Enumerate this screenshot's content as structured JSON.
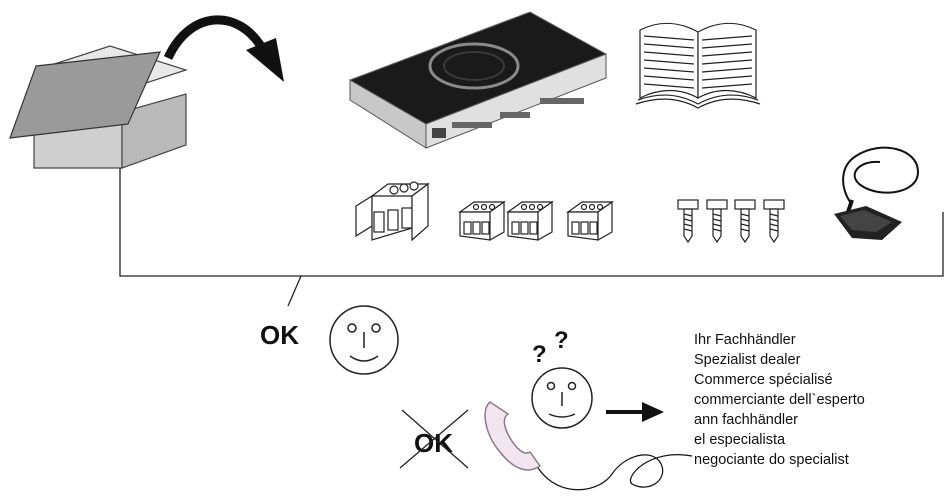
{
  "ok_label": "OK",
  "not_ok_label": "OK",
  "question_marks": [
    "?",
    "?"
  ],
  "dealer_lines": [
    "Ihr Fachhändler",
    "Spezialist dealer",
    "Commerce spécialisé",
    "commerciante dell`esperto",
    "ann fachhändler",
    "el especialista",
    "negociante do specialist"
  ],
  "icons": [
    "open-box-icon",
    "curved-arrow-icon",
    "amplifier-icon",
    "manual-book-icon",
    "terminal-plug-icon",
    "screw-icon",
    "remote-control-icon",
    "happy-face-icon",
    "confused-face-icon",
    "telephone-icon",
    "right-arrow-icon"
  ],
  "colors": {
    "ink": "#111111",
    "box_fill": "#9a9a9a",
    "box_front": "#cfcfcf",
    "phone_fill": "#f1e6f0",
    "phone_stroke": "#8a7a8c"
  }
}
